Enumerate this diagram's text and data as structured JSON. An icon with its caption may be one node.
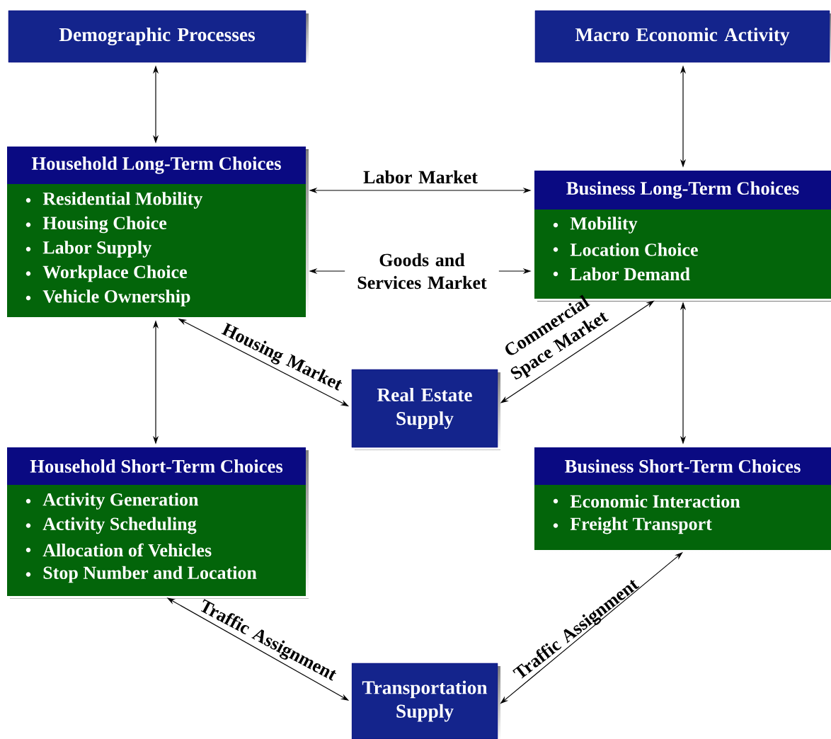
{
  "diagram": {
    "nodes": [
      {
        "text": [
          "Demographic Processes"
        ]
      },
      {
        "text": [
          "Macro Economic Activity"
        ]
      },
      {
        "text": [
          "Household Long-Term Choices",
          "Residential Mobility",
          "Housing Choice",
          "Labor Supply",
          "Workplace Choice",
          "Vehicle Ownership"
        ]
      },
      {
        "text": [
          "Business Long-Term Choices",
          "Mobility",
          "Location Choice",
          "Labor Demand"
        ]
      },
      {
        "text": [
          "Real Estate Supply"
        ]
      },
      {
        "text": [
          "Household Short-Term Choices",
          "Activity Generation",
          "Activity Scheduling",
          "Allocation of Vehicles",
          "Stop Number and Location"
        ]
      },
      {
        "text": [
          "Business Short-Term Choices",
          "Economic Interaction",
          "Freight Transport"
        ]
      },
      {
        "text": [
          "Transportation Supply"
        ]
      }
    ],
    "edges": [
      {
        "from": 0,
        "to": 2,
        "arrow": "both"
      },
      {
        "from": 1,
        "to": 3,
        "arrow": "both"
      },
      {
        "from": 2,
        "to": 3,
        "arrow": "both",
        "label": "Labor Market"
      },
      {
        "from": 2,
        "to": 3,
        "arrow": "both",
        "label": "Goods and Services Market"
      },
      {
        "from": 2,
        "to": 4,
        "arrow": "both",
        "label": "Housing Market"
      },
      {
        "from": 3,
        "to": 4,
        "arrow": "both",
        "label": "Commercial Space Market"
      },
      {
        "from": 3,
        "to": 6,
        "arrow": "both"
      },
      {
        "from": 2,
        "to": 5,
        "arrow": "both"
      },
      {
        "from": 5,
        "to": 7,
        "arrow": "both",
        "label": "Traffic Assignment"
      },
      {
        "from": 6,
        "to": 7,
        "arrow": "both",
        "label": "Traffic Assignment"
      }
    ]
  }
}
